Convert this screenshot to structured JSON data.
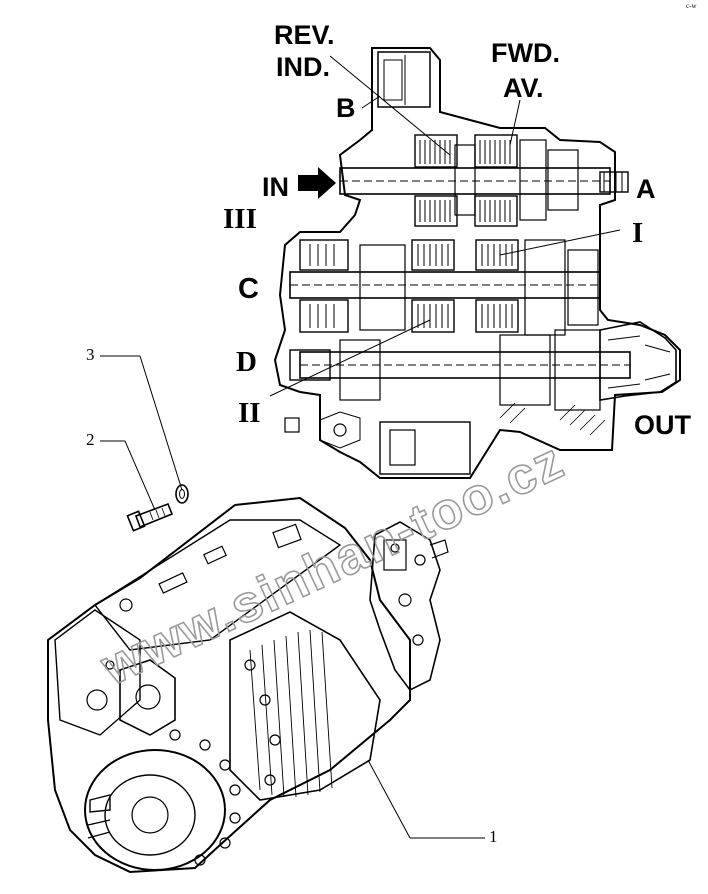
{
  "labels": {
    "rev_ind": [
      "REV.",
      "IND."
    ],
    "fwd_av": [
      "FWD.",
      "AV."
    ],
    "b": "B",
    "in": "IN",
    "a": "A",
    "iii": "III",
    "i": "I",
    "c": "C",
    "d": "D",
    "ii": "II",
    "out": "OUT"
  },
  "callouts": {
    "one": "1",
    "two": "2",
    "three": "3"
  },
  "watermark": "www.sinhan-too.cz",
  "corner_mark": "c-w"
}
